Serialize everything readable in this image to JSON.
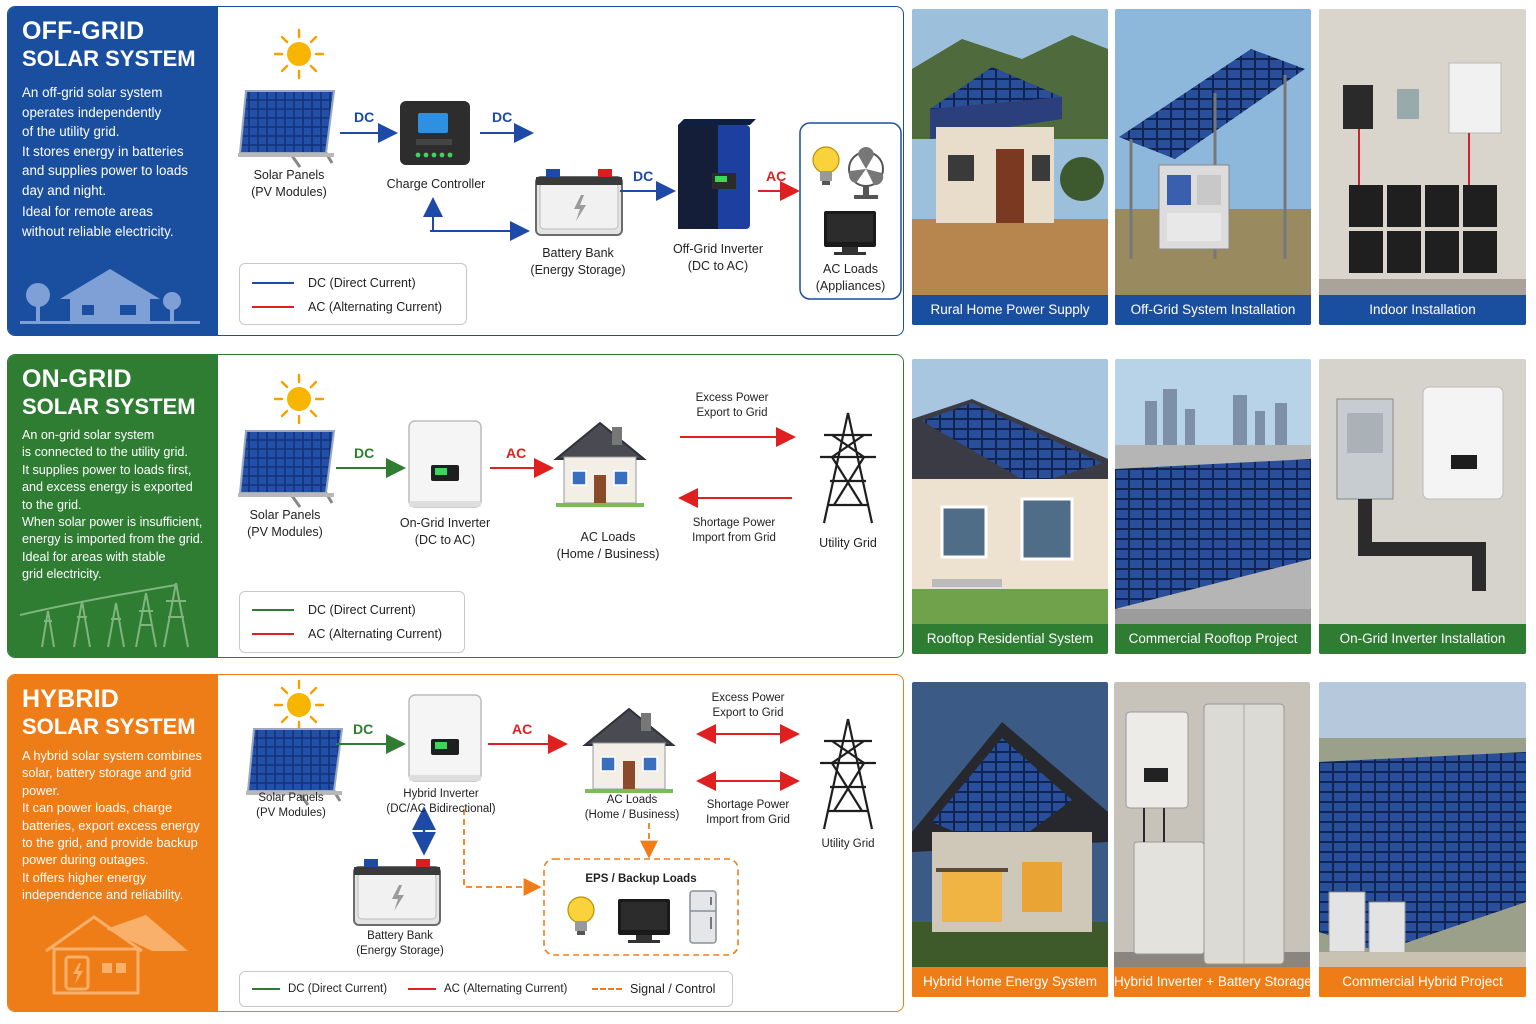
{
  "colors": {
    "offgrid": "#1a4fa0",
    "ongrid": "#2e7d32",
    "hybrid": "#ef7d17",
    "dc_blue": "#1c4aa6",
    "dc_green": "#2e7d32",
    "ac_red": "#e02020",
    "signal_orange": "#f07d1a"
  },
  "offgrid": {
    "title1": "OFF-GRID",
    "title2": "SOLAR SYSTEM",
    "desc": [
      "An off-grid solar system",
      "operates independently",
      "of the utility grid.",
      "It stores energy in batteries",
      "and supplies power to loads",
      "day and night.",
      "Ideal for remote areas",
      "without reliable electricity."
    ],
    "panels": [
      "Solar Panels",
      "(PV Modules)"
    ],
    "controller": "Charge Controller",
    "battery": [
      "Battery Bank",
      "(Energy Storage)"
    ],
    "inverter": [
      "Off-Grid Inverter",
      "(DC to AC)"
    ],
    "loads": [
      "AC Loads",
      "(Appliances)"
    ],
    "dc1": "DC",
    "dc2": "DC",
    "dc3": "DC",
    "ac": "AC",
    "legend_dc": "DC  (Direct Current)",
    "legend_ac": "AC  (Alternating Current)",
    "photos": [
      "Rural Home Power Supply",
      "Off-Grid System Installation",
      "Indoor Installation"
    ]
  },
  "ongrid": {
    "title1": "ON-GRID",
    "title2": "SOLAR SYSTEM",
    "desc": [
      "An on-grid solar system",
      "is connected to the utility grid.",
      "It supplies power to loads first,",
      "and excess energy is exported",
      "to the grid.",
      "When solar power is insufficient,",
      "energy is imported from the grid.",
      "Ideal for areas with stable",
      "grid electricity."
    ],
    "panels": [
      "Solar Panels",
      "(PV Modules)"
    ],
    "inverter": [
      "On-Grid Inverter",
      "(DC to AC)"
    ],
    "loads": [
      "AC Loads",
      "(Home / Business)"
    ],
    "export": [
      "Excess Power",
      "Export to Grid"
    ],
    "import": [
      "Shortage Power",
      "Import from Grid"
    ],
    "grid": "Utility Grid",
    "dc": "DC",
    "ac": "AC",
    "legend_dc": "DC  (Direct Current)",
    "legend_ac": "AC  (Alternating Current)",
    "photos": [
      "Rooftop Residential System",
      "Commercial Rooftop Project",
      "On-Grid Inverter Installation"
    ]
  },
  "hybrid": {
    "title1": "HYBRID",
    "title2": "SOLAR SYSTEM",
    "desc": [
      "A hybrid solar system combines",
      "solar, battery storage and grid",
      "power.",
      "It can power loads, charge",
      "batteries, export excess energy",
      "to the grid, and provide backup",
      "power during outages.",
      "It offers higher energy",
      "independence and reliability."
    ],
    "panels": [
      "Solar Panels",
      "(PV Modules)"
    ],
    "inverter": [
      "Hybrid Inverter",
      "(DC/AC Bidirectional)"
    ],
    "loads": [
      "AC Loads",
      "(Home / Business)"
    ],
    "export": [
      "Excess Power",
      "Export to Grid"
    ],
    "import": [
      "Shortage Power",
      "Import from Grid"
    ],
    "grid": "Utility Grid",
    "battery": [
      "Battery Bank",
      "(Energy Storage)"
    ],
    "eps": "EPS / Backup Loads",
    "dc": "DC",
    "ac": "AC",
    "legend_dc": "DC  (Direct Current)",
    "legend_ac": "AC  (Alternating Current)",
    "legend_sig": "Signal / Control",
    "photos": [
      "Hybrid Home Energy System",
      "Hybrid Inverter + Battery Storage",
      "Commercial Hybrid Project"
    ]
  }
}
